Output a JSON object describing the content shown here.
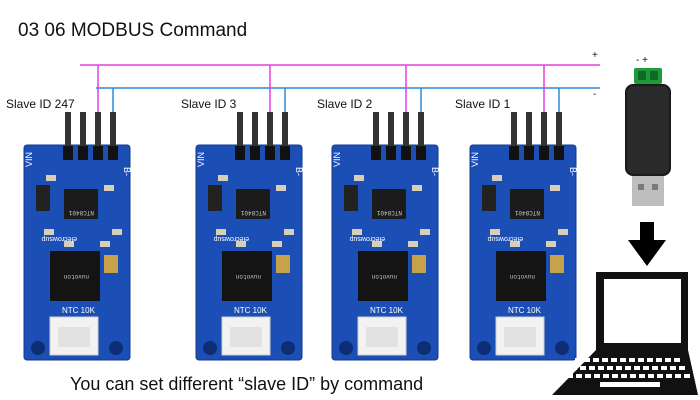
{
  "title": "03 06 MODBUS Command",
  "caption": "You can set different “slave ID” by command",
  "bus": {
    "plus_sign": "+",
    "minus_sign": "-",
    "plus_color": "#e040e0",
    "minus_color": "#2a8ad8"
  },
  "usb_adapter": {
    "terminal_signs": "- +"
  },
  "modules": [
    {
      "slave_label": "Slave ID 247",
      "pin_left": "VIN",
      "pin_right": "B-",
      "brand": "elecrowsup",
      "ntc": "NTC 10K",
      "chip_top": "NTC8401",
      "chip_main": "nuvoton"
    },
    {
      "slave_label": "Slave ID 3",
      "pin_left": "VIN",
      "pin_right": "B-",
      "brand": "elecrowsup",
      "ntc": "NTC 10K",
      "chip_top": "NTC8401",
      "chip_main": "nuvoton"
    },
    {
      "slave_label": "Slave ID 2",
      "pin_left": "VIN",
      "pin_right": "B-",
      "brand": "elecrowsup",
      "ntc": "NTC 10K",
      "chip_top": "NTC8401",
      "chip_main": "nuvoton"
    },
    {
      "slave_label": "Slave ID 1",
      "pin_left": "VIN",
      "pin_right": "B-",
      "brand": "elecrowsup",
      "ntc": "NTC 10K",
      "chip_top": "NTC8401",
      "chip_main": "nuvoton"
    }
  ],
  "colors": {
    "pcb": "#1c4fb5",
    "pcb_edge": "#143a8a",
    "header_pin": "#333333",
    "connector": "#f2f2f2",
    "arrow": "#000000",
    "laptop": "#111111"
  }
}
